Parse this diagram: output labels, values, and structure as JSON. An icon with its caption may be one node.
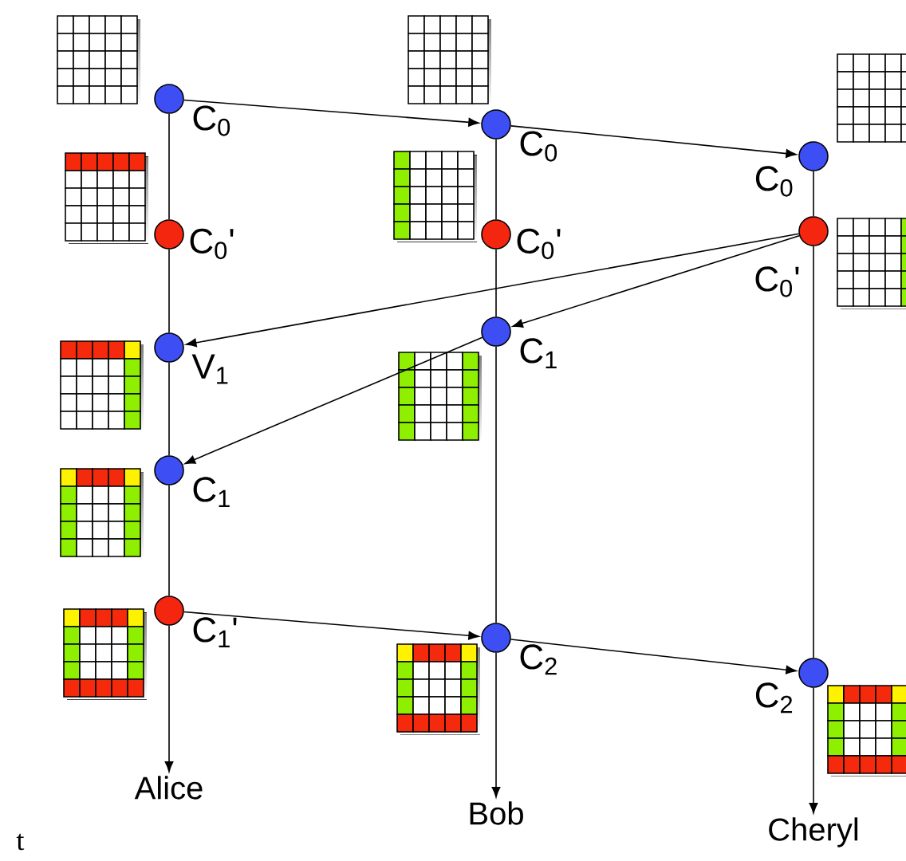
{
  "diagram": {
    "nodes": [
      {
        "text": [],
        "shape": "circle",
        "beside": [
          "C$_{0}$"
        ]
      },
      {
        "text": [],
        "shape": "circle",
        "beside": [
          "C$_{0}$'"
        ]
      },
      {
        "text": [],
        "shape": "circle",
        "beside": [
          "V$_{1}$"
        ]
      },
      {
        "text": [],
        "shape": "circle",
        "beside": [
          "C$_{1}$"
        ]
      },
      {
        "text": [],
        "shape": "circle",
        "beside": [
          "C$_{1}$'"
        ]
      },
      {
        "text": [
          "Alice"
        ]
      },
      {
        "text": [],
        "shape": "circle",
        "beside": [
          "C$_{0}$"
        ]
      },
      {
        "text": [],
        "shape": "circle",
        "beside": [
          "C$_{0}$'"
        ]
      },
      {
        "text": [],
        "shape": "circle",
        "beside": [
          "C$_{1}$"
        ]
      },
      {
        "text": [],
        "shape": "circle",
        "beside": [
          "C$_{2}$"
        ]
      },
      {
        "text": [
          "Bob"
        ]
      },
      {
        "text": [],
        "shape": "circle",
        "beside": [
          "C$_{0}$"
        ]
      },
      {
        "text": [],
        "shape": "circle",
        "beside": [
          "C$_{0}$'"
        ]
      },
      {
        "text": [],
        "shape": "circle",
        "beside": [
          "C$_{2}$"
        ]
      },
      {
        "text": [
          "Cheryl"
        ]
      }
    ],
    "edges": [
      {
        "from": 0,
        "to": 1,
        "arrow": "none"
      },
      {
        "from": 1,
        "to": 2,
        "arrow": "none"
      },
      {
        "from": 2,
        "to": 3,
        "arrow": "none"
      },
      {
        "from": 3,
        "to": 4,
        "arrow": "none"
      },
      {
        "from": 4,
        "to": 5,
        "arrow": "to"
      },
      {
        "from": 6,
        "to": 7,
        "arrow": "none"
      },
      {
        "from": 7,
        "to": 8,
        "arrow": "none"
      },
      {
        "from": 8,
        "to": 9,
        "arrow": "none"
      },
      {
        "from": 9,
        "to": 10,
        "arrow": "to"
      },
      {
        "from": 11,
        "to": 12,
        "arrow": "none"
      },
      {
        "from": 12,
        "to": 13,
        "arrow": "none"
      },
      {
        "from": 13,
        "to": 14,
        "arrow": "to"
      },
      {
        "from": 0,
        "to": 6,
        "arrow": "to"
      },
      {
        "from": 6,
        "to": 11,
        "arrow": "to"
      },
      {
        "from": 12,
        "to": 2,
        "arrow": "to"
      },
      {
        "from": 12,
        "to": 8,
        "arrow": "to"
      },
      {
        "from": 8,
        "to": 3,
        "arrow": "to"
      },
      {
        "from": 4,
        "to": 9,
        "arrow": "to"
      },
      {
        "from": 9,
        "to": 13,
        "arrow": "to"
      }
    ],
    "labels": [
      "t"
    ]
  }
}
